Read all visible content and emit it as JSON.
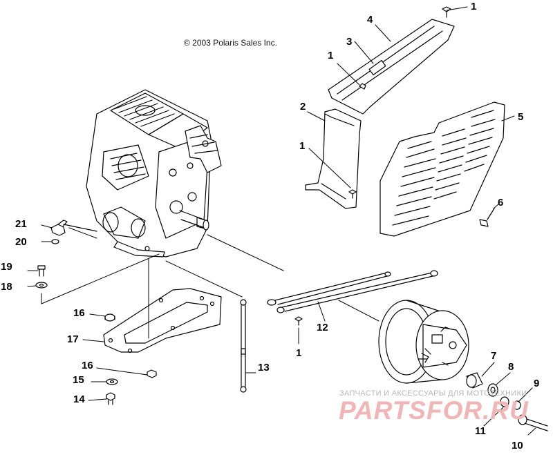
{
  "copyright": "© 2003 Polaris Sales Inc.",
  "callouts": {
    "c1a": "1",
    "c1b": "1",
    "c1c": "1",
    "c1d": "1",
    "c2": "2",
    "c3": "3",
    "c4": "4",
    "c5": "5",
    "c6": "6",
    "c7": "7",
    "c8": "8",
    "c9": "9",
    "c10": "10",
    "c11": "11",
    "c12": "12",
    "c13": "13",
    "c14": "14",
    "c15": "15",
    "c16a": "16",
    "c16b": "16",
    "c17": "17",
    "c18": "18",
    "c19": "19",
    "c20": "20",
    "c21": "21"
  },
  "watermark": {
    "caption": "ЗАПЧАСТИ И АКСЕССУАРЫ ДЛЯ МОТОТЕХНИКИ",
    "logo": "PARTSFOR.RU"
  },
  "colors": {
    "line": "#000000",
    "watermark": "#f2b5b5"
  }
}
